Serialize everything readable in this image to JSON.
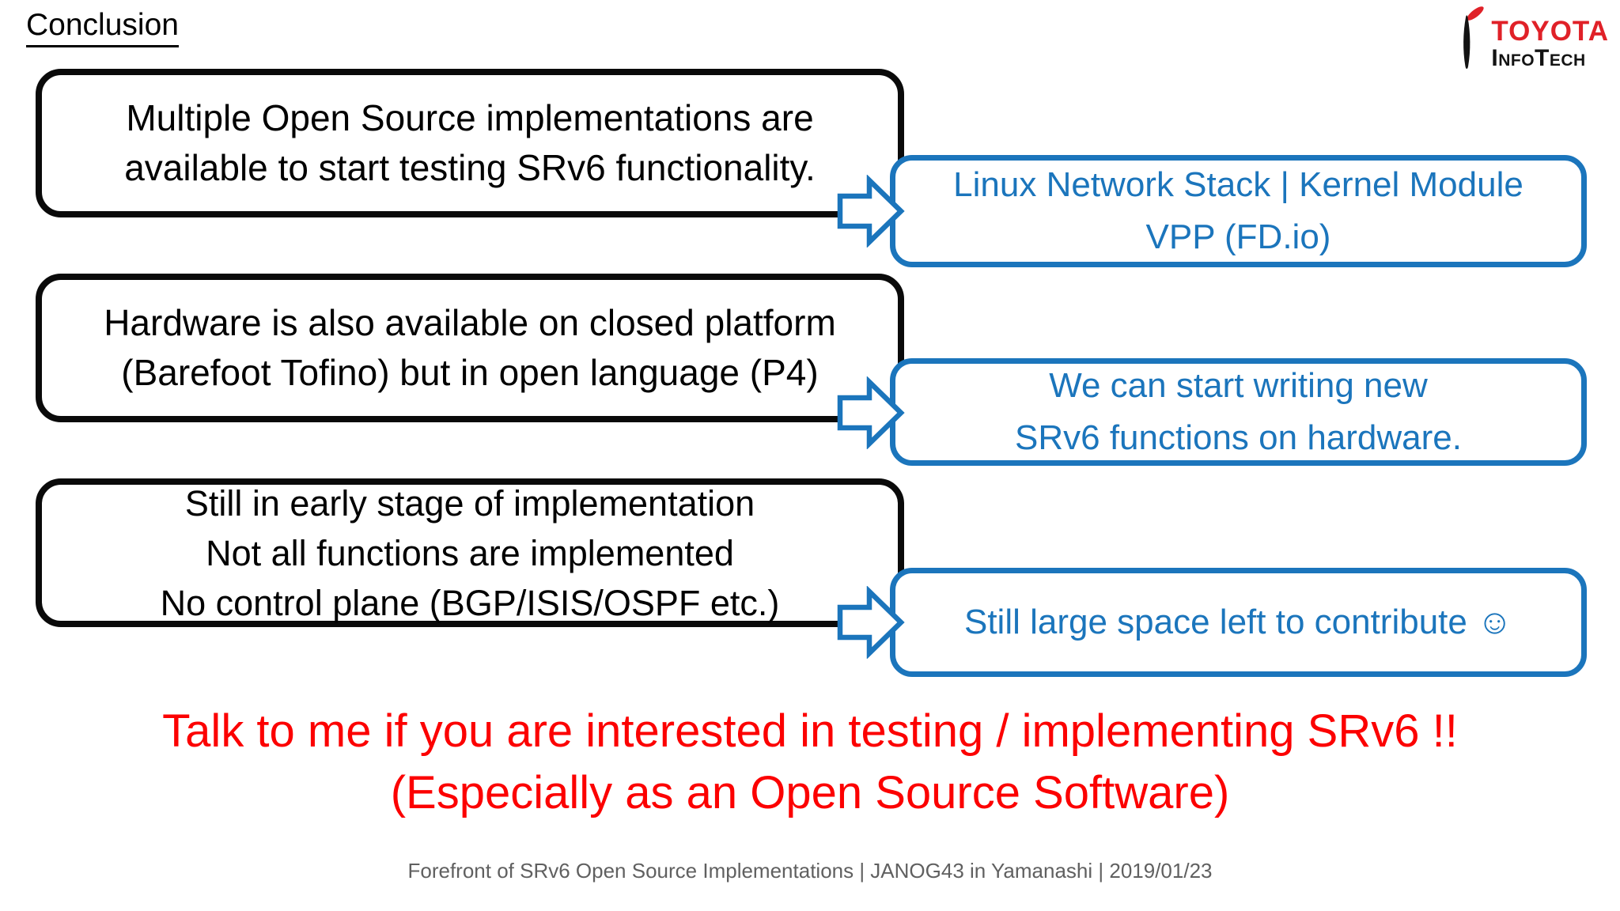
{
  "slide_title": "Conclusion",
  "logo": {
    "brand": "TOYOTA",
    "subbrand": "InfoTech"
  },
  "rows": [
    {
      "statement": "Multiple Open Source implementations are\navailable to start testing SRv6 functionality.",
      "conclusion": "Linux Network Stack | Kernel Module\nVPP (FD.io)"
    },
    {
      "statement": "Hardware is also available on closed platform\n(Barefoot Tofino) but in open language (P4)",
      "conclusion": "We can start writing new\nSRv6 functions on hardware."
    },
    {
      "statement": "Still in early stage of implementation\nNot all functions are implemented\nNo control plane (BGP/ISIS/OSPF etc.)",
      "conclusion": "Still large space left to contribute ☺"
    }
  ],
  "cta": {
    "line1": "Talk to me if you are interested in testing / implementing SRv6 !!",
    "line2": "(Especially as an Open Source Software)"
  },
  "footer": "Forefront of SRv6 Open Source Implementations | JANOG43 in Yamanashi | 2019/01/23",
  "colors": {
    "accent_blue": "#1B75BC",
    "cta_red": "#FC0000",
    "logo_red": "#E02128",
    "box_border_black": "#0A0A0A",
    "footer_gray": "#606060"
  }
}
